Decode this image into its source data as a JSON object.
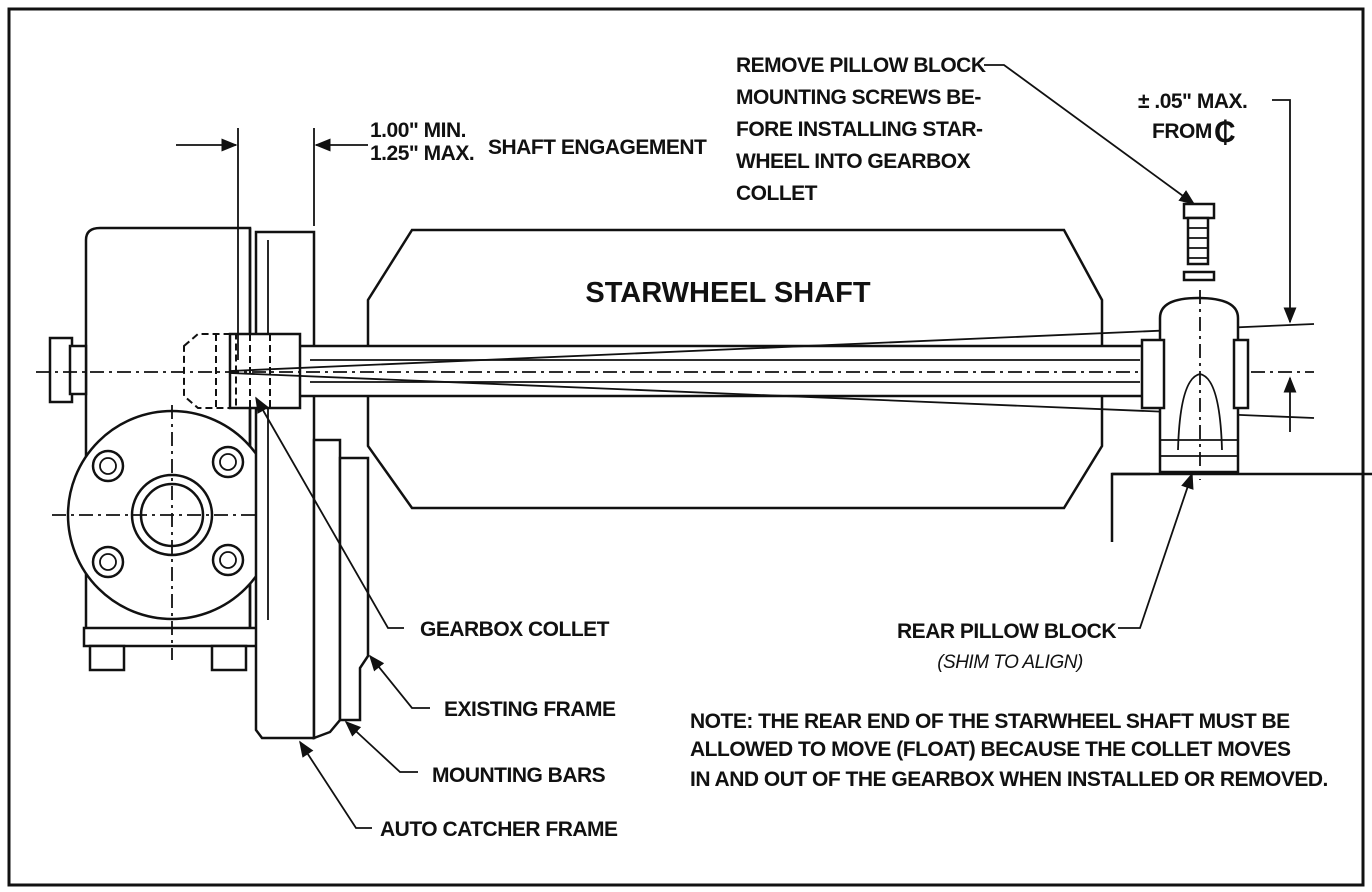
{
  "labels": {
    "starwheel_shaft": "STARWHEEL SHAFT",
    "min_engagement": "1.00\" MIN.",
    "max_engagement": "1.25\" MAX.",
    "shaft_engagement": "SHAFT ENGAGEMENT",
    "remove_note": [
      "REMOVE PILLOW BLOCK",
      "MOUNTING SCREWS BE-",
      "FORE INSTALLING STAR-",
      "WHEEL INTO GEARBOX",
      "COLLET"
    ],
    "tolerance": "± .05\" MAX.",
    "from_centerline": "FROM",
    "centerline_symbol": "₵",
    "gearbox_collet": "GEARBOX COLLET",
    "rear_pillow_block": "REAR PILLOW BLOCK",
    "shim_to_align": "(SHIM TO ALIGN)",
    "existing_frame": "EXISTING FRAME",
    "mounting_bars": "MOUNTING BARS",
    "auto_catcher_frame": "AUTO CATCHER FRAME"
  },
  "note": {
    "prefix": "NOTE:",
    "line1": " THE REAR END OF THE STARWHEEL SHAFT MUST BE",
    "line2": "ALLOWED TO MOVE (FLOAT) BECAUSE THE COLLET MOVES",
    "line3": "IN AND OUT  OF THE GEARBOX WHEN INSTALLED OR REMOVED."
  }
}
